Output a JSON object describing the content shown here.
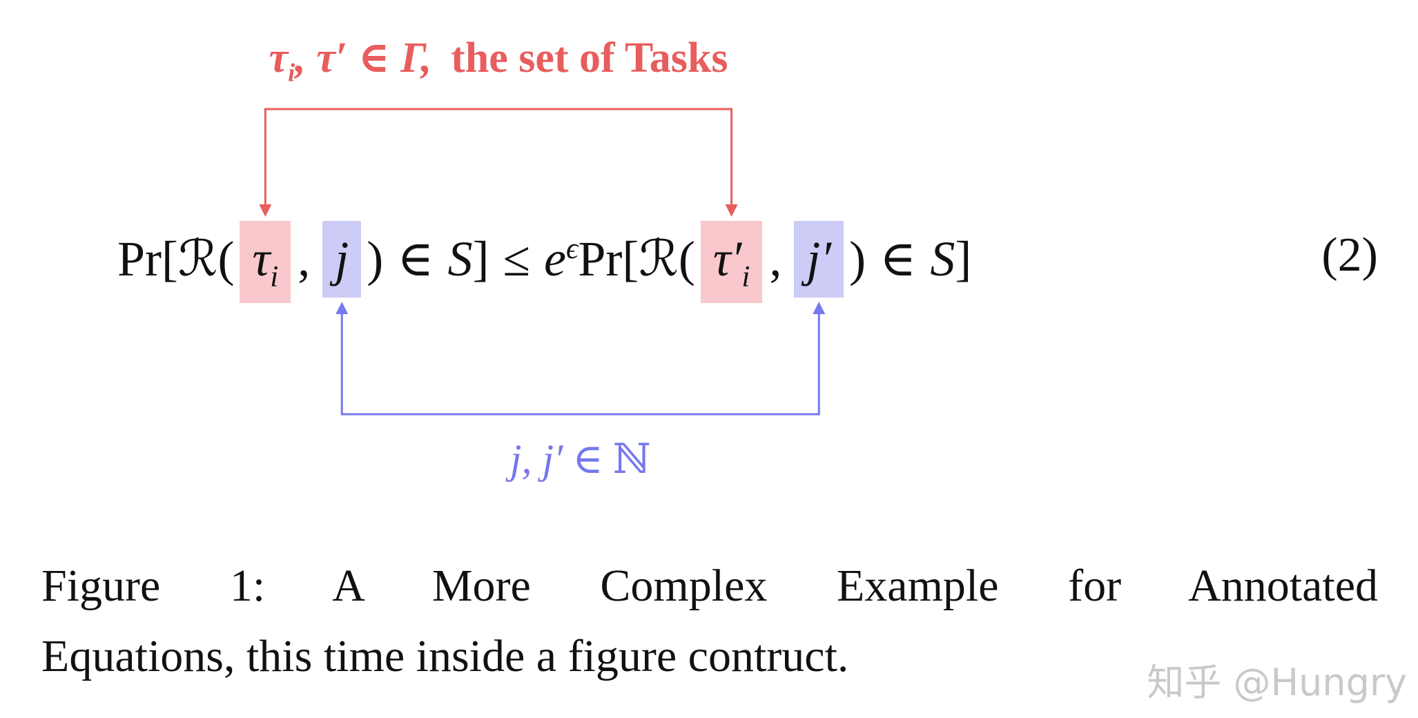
{
  "figure": {
    "colors": {
      "red": "#e85d5d",
      "red_highlight": "#f9c8cc",
      "blue": "#7678ee",
      "blue_highlight": "#ccccf6",
      "text": "#111111",
      "watermark": "#c9c9c9"
    },
    "annotations": {
      "tasks": {
        "tau": "τ",
        "tau_sub": "i",
        "rest": ", τ′ ∈ Γ,",
        "label": "the set of Tasks"
      },
      "naturals": {
        "vars": "j, j′",
        "element_of": "∈",
        "set_symbol": "ℕ"
      }
    },
    "equation": {
      "pr": "Pr[",
      "script_r": "ℛ",
      "open_paren": "(",
      "tau": "τ",
      "tau_sub": "i",
      "comma": ",",
      "j": "j",
      "close_paren": ")",
      "element_of": "∈",
      "script_s": "S",
      "close_bracket": "]",
      "leq": "≤",
      "euler_e": "e",
      "epsilon": "ϵ",
      "tau_prime": "τ′",
      "tau_prime_sub": "i",
      "j_prime": "j′",
      "number": "(2)"
    },
    "caption": {
      "line1": "Figure 1: A More Complex Example for Annotated",
      "line2": "Equations, this time inside a figure contruct."
    },
    "watermark": "知乎 @Hungry"
  }
}
